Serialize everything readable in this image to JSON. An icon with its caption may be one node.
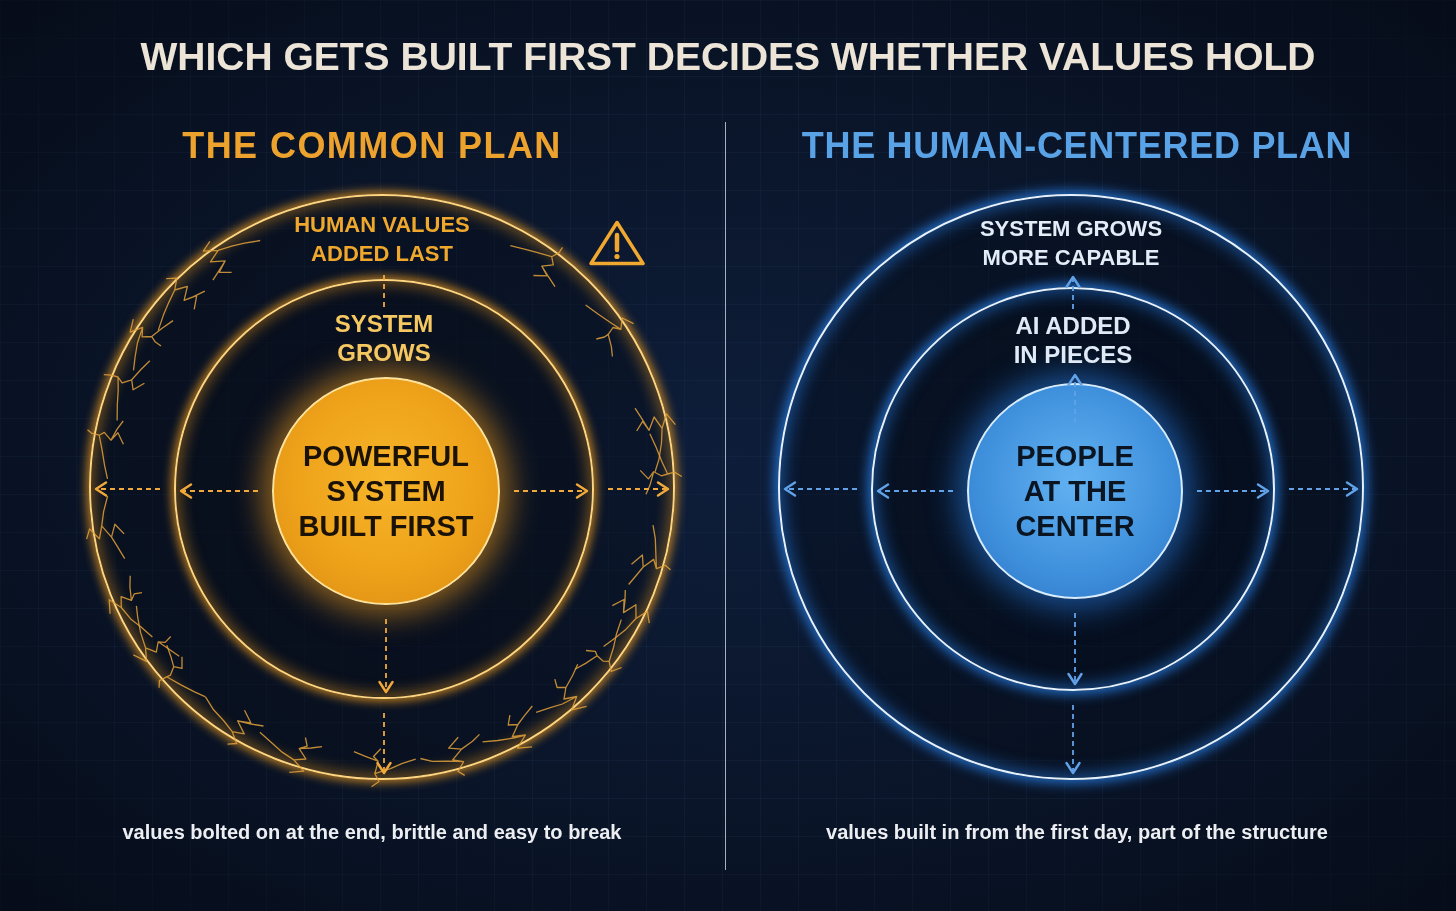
{
  "diagram": {
    "title": "WHICH GETS BUILT FIRST DECIDES WHETHER VALUES HOLD",
    "nodes": [
      {
        "text": [],
        "shape": "circle"
      },
      {
        "text": [
          "HUMAN VALUES ADDED LAST"
        ],
        "in": 0
      },
      {
        "text": [],
        "shape": "circle",
        "in": 0
      },
      {
        "text": [
          "SYSTEM GROWS"
        ],
        "in": 2
      },
      {
        "text": [
          "POWERFUL SYSTEM BUILT FIRST"
        ],
        "in": 2
      },
      {
        "text": [],
        "shape": "circle"
      },
      {
        "text": [
          "SYSTEM GROWS MORE CAPABLE"
        ],
        "in": 5
      },
      {
        "text": [],
        "shape": "circle",
        "in": 5
      },
      {
        "text": [
          "AI ADDED IN PIECES"
        ],
        "in": 7
      },
      {
        "text": [
          "PEOPLE AT THE CENTER"
        ],
        "in": 7
      }
    ],
    "edges": [
      {
        "from": 3,
        "to": 1,
        "arrow": "none",
        "style": "dashed",
        "color": "#f2a93b"
      },
      {
        "from": 4,
        "to": 2,
        "arrow": "to",
        "style": "dashed",
        "color": "#f2a93b"
      },
      {
        "from": 2,
        "to": 0,
        "arrow": "to",
        "style": "dashed",
        "color": "#f2a93b"
      },
      {
        "from": 4,
        "to": 2,
        "arrow": "to",
        "style": "dashed",
        "color": "#f2a93b"
      },
      {
        "from": 2,
        "to": 0,
        "arrow": "to",
        "style": "dashed",
        "color": "#f2a93b"
      },
      {
        "from": 4,
        "to": 2,
        "arrow": "to",
        "style": "dashed",
        "color": "#f2a93b"
      },
      {
        "from": 2,
        "to": 0,
        "arrow": "to",
        "style": "dashed",
        "color": "#f2a93b"
      },
      {
        "from": 9,
        "to": 8,
        "arrow": "to",
        "style": "dashed"
      },
      {
        "from": 8,
        "to": 6,
        "arrow": "to",
        "style": "dashed"
      },
      {
        "from": 9,
        "to": 7,
        "arrow": "to",
        "style": "dashed"
      },
      {
        "from": 7,
        "to": 5,
        "arrow": "to",
        "style": "dashed"
      },
      {
        "from": 9,
        "to": 7,
        "arrow": "to",
        "style": "dashed"
      },
      {
        "from": 7,
        "to": 5,
        "arrow": "to",
        "style": "dashed"
      },
      {
        "from": 9,
        "to": 7,
        "arrow": "to",
        "style": "dashed"
      },
      {
        "from": 7,
        "to": 5,
        "arrow": "to",
        "style": "dashed"
      }
    ],
    "labels": [
      "THE COMMON PLAN",
      "THE HUMAN-CENTERED PLAN",
      "values bolted on at the end, brittle and easy to break",
      "values built in from the first day, part of the structure"
    ]
  }
}
